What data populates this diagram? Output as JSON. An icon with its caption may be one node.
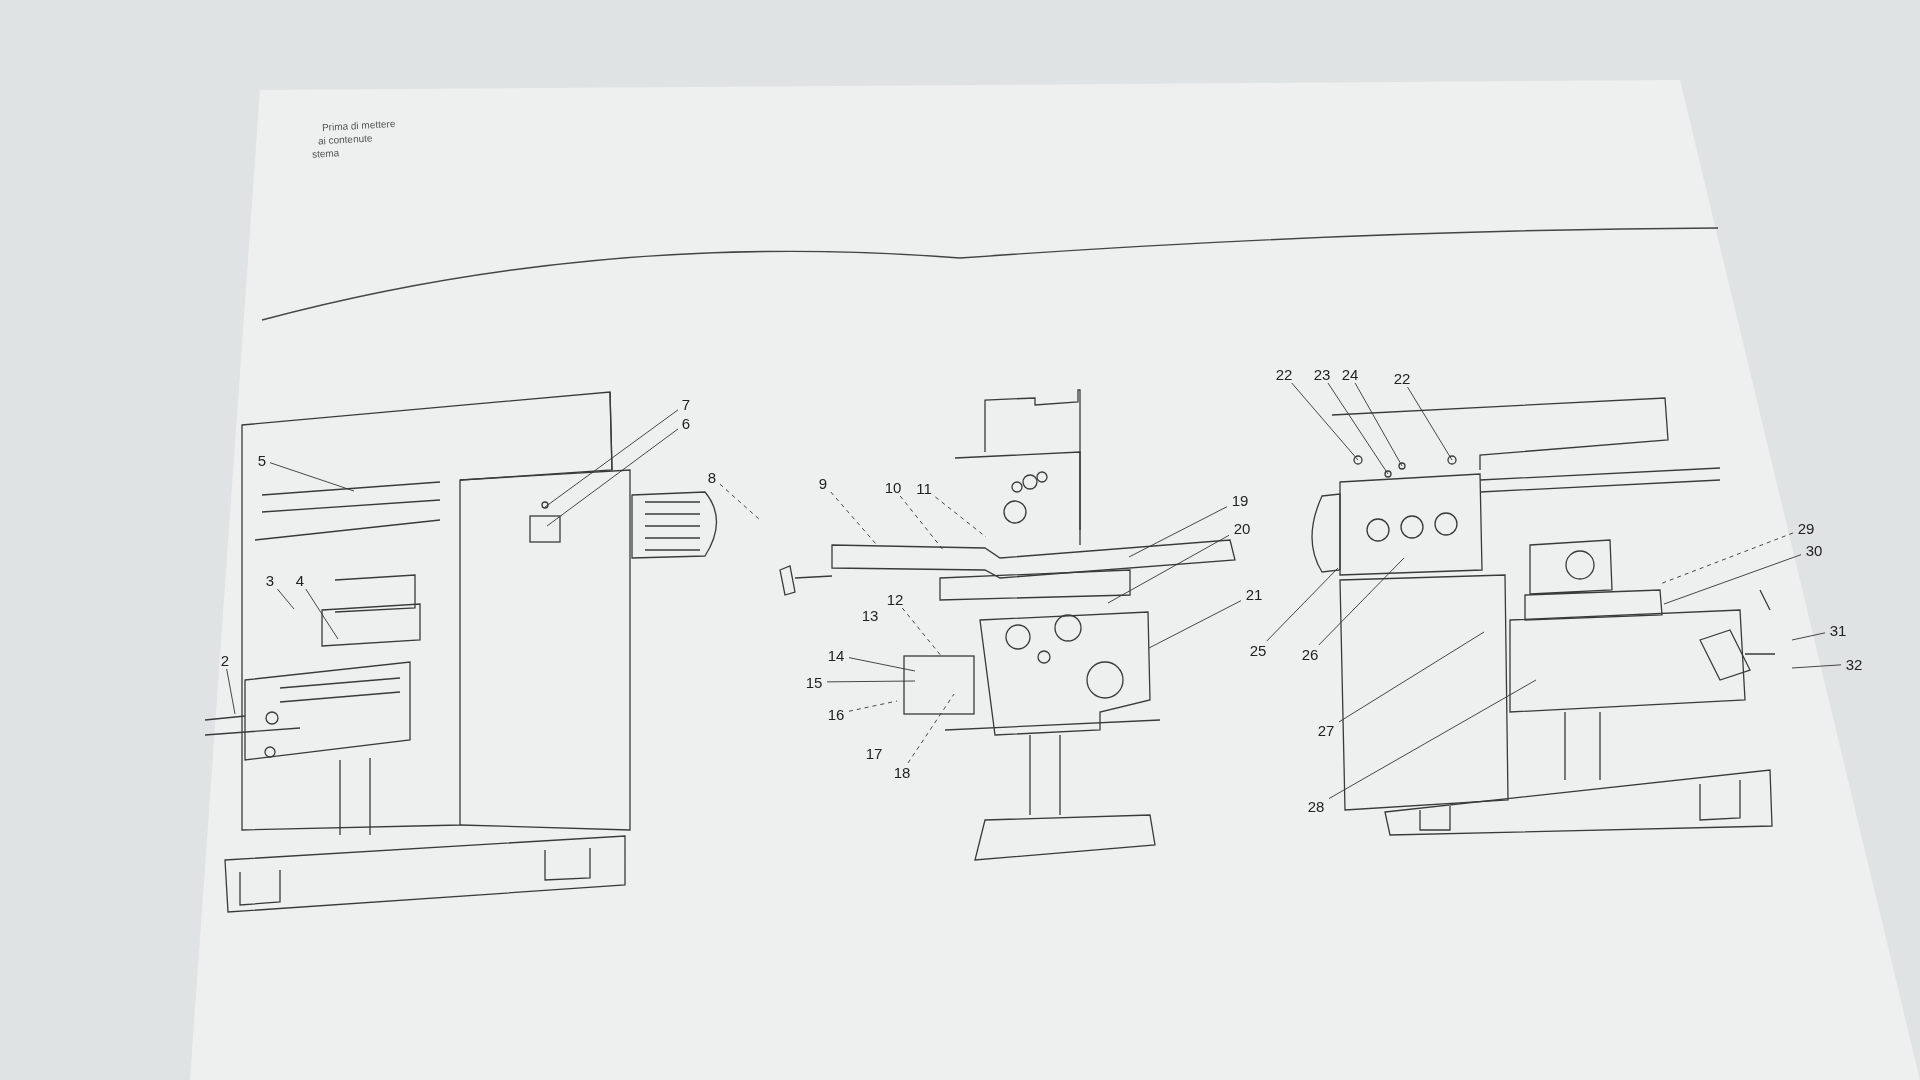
{
  "diagram": {
    "nodes": [
      {
        "text": [
          "2"
        ]
      },
      {
        "text": [
          "3"
        ]
      },
      {
        "text": [
          "4"
        ]
      },
      {
        "text": [
          "5"
        ]
      },
      {
        "text": [
          "6"
        ]
      },
      {
        "text": [
          "7"
        ]
      },
      {
        "text": [
          "8"
        ]
      },
      {
        "text": [
          "9"
        ]
      },
      {
        "text": [
          "10"
        ]
      },
      {
        "text": [
          "11"
        ]
      },
      {
        "text": [
          "12"
        ]
      },
      {
        "text": [
          "14"
        ]
      },
      {
        "text": [
          "15"
        ]
      },
      {
        "text": [
          "16"
        ]
      },
      {
        "text": [
          "18"
        ]
      },
      {
        "text": [
          "19"
        ]
      },
      {
        "text": [
          "20"
        ]
      },
      {
        "text": [
          "21"
        ]
      },
      {
        "text": [
          "22"
        ]
      },
      {
        "text": [
          "23"
        ]
      },
      {
        "text": [
          "24"
        ]
      },
      {
        "text": [
          "22"
        ]
      },
      {
        "text": [
          "25"
        ]
      },
      {
        "text": [
          "26"
        ]
      },
      {
        "text": [
          "27"
        ]
      },
      {
        "text": [
          "28"
        ]
      },
      {
        "text": [
          "29"
        ]
      },
      {
        "text": [
          "30"
        ]
      },
      {
        "text": [
          "31"
        ]
      },
      {
        "text": [
          "32"
        ]
      }
    ],
    "edges": [
      {
        "from": 0,
        "to": null,
        "arrow": "none"
      },
      {
        "from": 1,
        "to": null,
        "arrow": "none"
      },
      {
        "from": 2,
        "to": null,
        "arrow": "none"
      },
      {
        "from": 3,
        "to": null,
        "arrow": "none"
      },
      {
        "from": 4,
        "to": null,
        "arrow": "none"
      },
      {
        "from": 5,
        "to": null,
        "arrow": "none"
      },
      {
        "from": 6,
        "to": null,
        "arrow": "none",
        "style": "dashed"
      },
      {
        "from": 7,
        "to": null,
        "arrow": "none",
        "style": "dashed"
      },
      {
        "from": 8,
        "to": null,
        "arrow": "none",
        "style": "dashed"
      },
      {
        "from": 9,
        "to": null,
        "arrow": "none",
        "style": "dashed"
      },
      {
        "from": 10,
        "to": null,
        "arrow": "none",
        "style": "dashed"
      },
      {
        "from": 11,
        "to": null,
        "arrow": "none"
      },
      {
        "from": 12,
        "to": null,
        "arrow": "none"
      },
      {
        "from": 13,
        "to": null,
        "arrow": "none",
        "style": "dashed"
      },
      {
        "from": 14,
        "to": null,
        "arrow": "none",
        "style": "dashed"
      },
      {
        "from": 15,
        "to": null,
        "arrow": "none"
      },
      {
        "from": 16,
        "to": null,
        "arrow": "none"
      },
      {
        "from": 17,
        "to": null,
        "arrow": "none"
      },
      {
        "from": 18,
        "to": null,
        "arrow": "none"
      },
      {
        "from": 19,
        "to": null,
        "arrow": "none"
      },
      {
        "from": 20,
        "to": null,
        "arrow": "none"
      },
      {
        "from": 21,
        "to": null,
        "arrow": "none"
      },
      {
        "from": 22,
        "to": null,
        "arrow": "none"
      },
      {
        "from": 23,
        "to": null,
        "arrow": "none"
      },
      {
        "from": 24,
        "to": null,
        "arrow": "none"
      },
      {
        "from": 25,
        "to": null,
        "arrow": "none"
      },
      {
        "from": 26,
        "to": null,
        "arrow": "none",
        "style": "dashed"
      },
      {
        "from": 27,
        "to": null,
        "arrow": "none"
      },
      {
        "from": 28,
        "to": null,
        "arrow": "none"
      },
      {
        "from": 29,
        "to": null,
        "arrow": "none"
      }
    ],
    "labels": [
      "Prima di mettere",
      "ai contenute",
      "stema",
      "13",
      "17"
    ]
  }
}
